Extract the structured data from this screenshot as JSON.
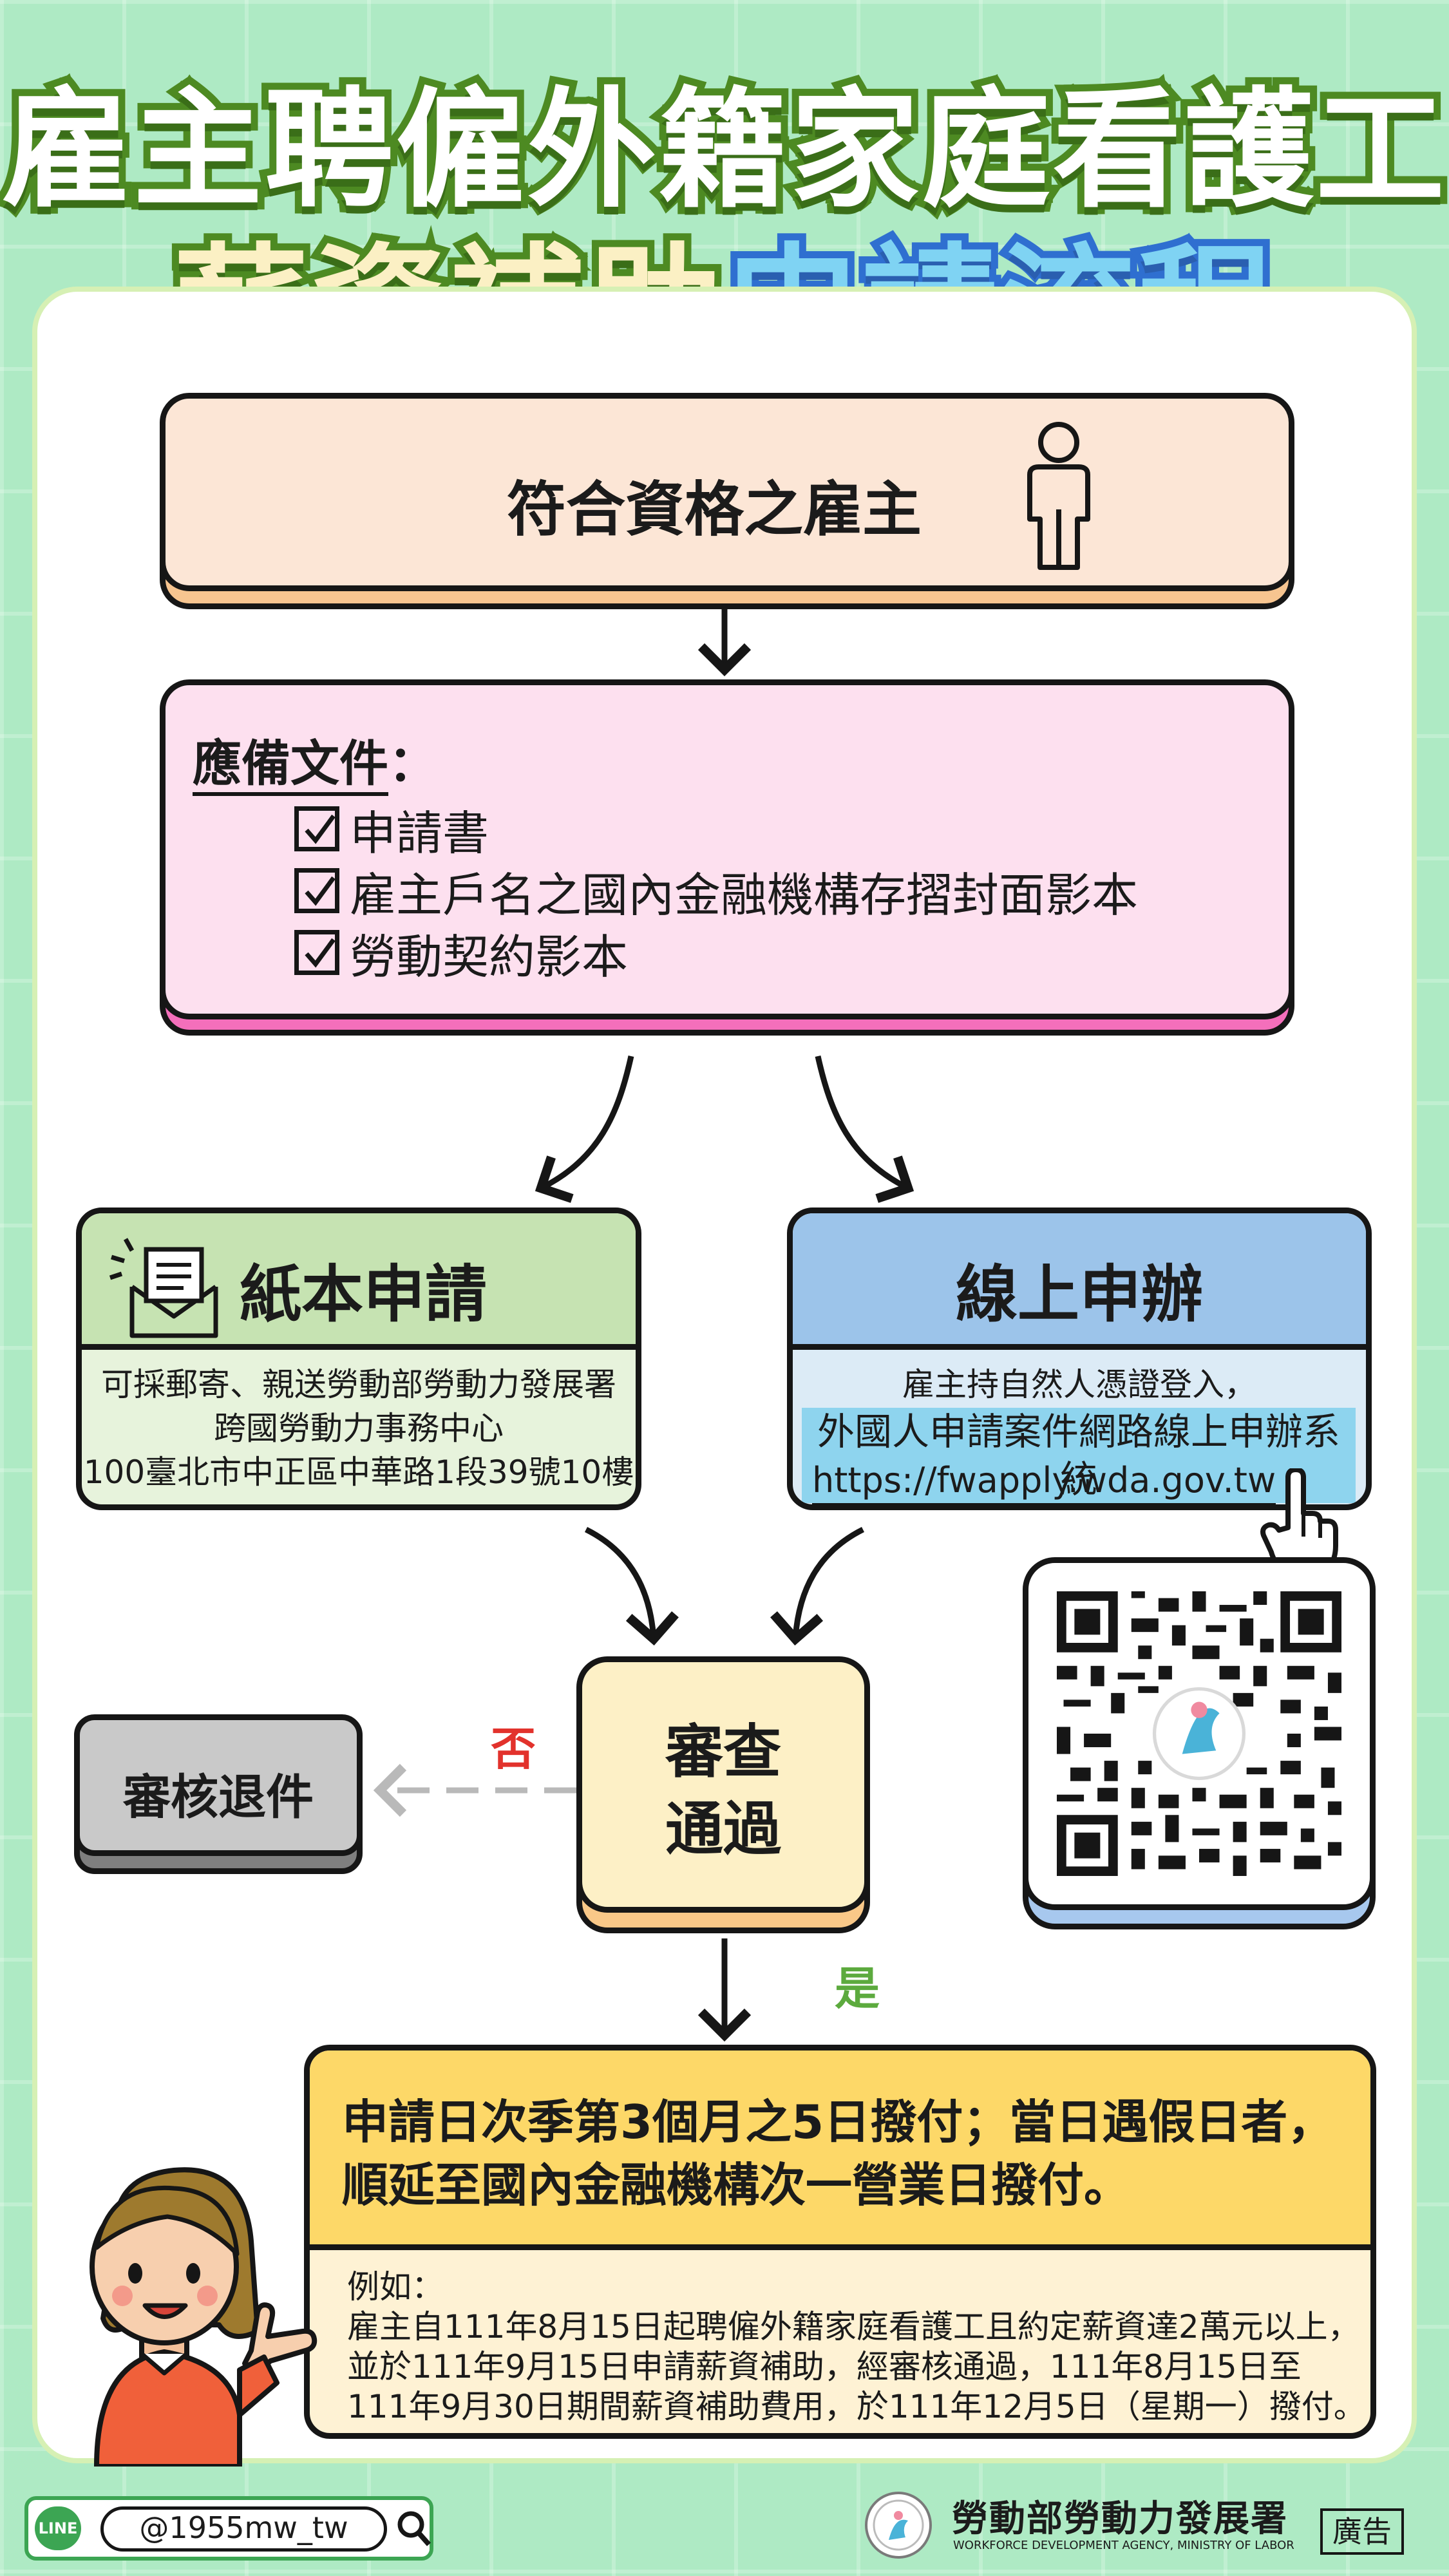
{
  "title": {
    "line1": "雇主聘僱外籍家庭看護工",
    "line2_part1": "薪資補助",
    "line2_part2": "申請流程"
  },
  "eligible": {
    "label": "符合資格之雇主"
  },
  "documents": {
    "heading": "應備文件",
    "colon": "：",
    "items": [
      "申請書",
      "雇主戶名之國內金融機構存摺封面影本",
      "勞動契約影本"
    ]
  },
  "paper": {
    "title": "紙本申請",
    "lines": [
      "可採郵寄、親送勞動部勞動力發展署",
      "跨國勞動力事務中心",
      "100臺北市中正區中華路1段39號10樓"
    ]
  },
  "online": {
    "title": "線上申辦",
    "line1": "雇主持自然人憑證登入，",
    "system": "外國人申請案件網路線上申辦系統",
    "url": "https://fwapply.wda.gov.tw"
  },
  "review": {
    "line1": "審查",
    "line2": "通過",
    "no": "否",
    "yes": "是",
    "rejected": "審核退件"
  },
  "payment": {
    "line1": "申請日次季第3個月之5日撥付；當日遇假日者，",
    "line2": "順延至國內金融機構次一營業日撥付。",
    "example_label": "例如：",
    "example_lines": [
      "雇主自111年8月15日起聘僱外籍家庭看護工且約定薪資達2萬元以上，",
      "並於111年9月15日申請薪資補助，經審核通過，111年8月15日至",
      "111年9月30日期間薪資補助費用，於111年12月5日（星期一）撥付。"
    ]
  },
  "footer": {
    "line_badge": "LINE",
    "line_id": "@1955mw_tw",
    "agency_zh": "勞動部勞動力發展署",
    "agency_en": "WORKFORCE DEVELOPMENT AGENCY, MINISTRY OF LABOR",
    "ad": "廣告"
  },
  "colors": {
    "background": "#aeeac4",
    "eligible_box": "#fce6d6",
    "documents_box": "#fde0ef",
    "paper_header": "#c6e3b2",
    "online_header": "#9cc4ea",
    "review_box": "#fdf0c6",
    "payment_header": "#fdd868",
    "payment_body": "#fef2d4",
    "rejected_box": "#c9c9c9",
    "highlight": "#8ed4ee"
  }
}
